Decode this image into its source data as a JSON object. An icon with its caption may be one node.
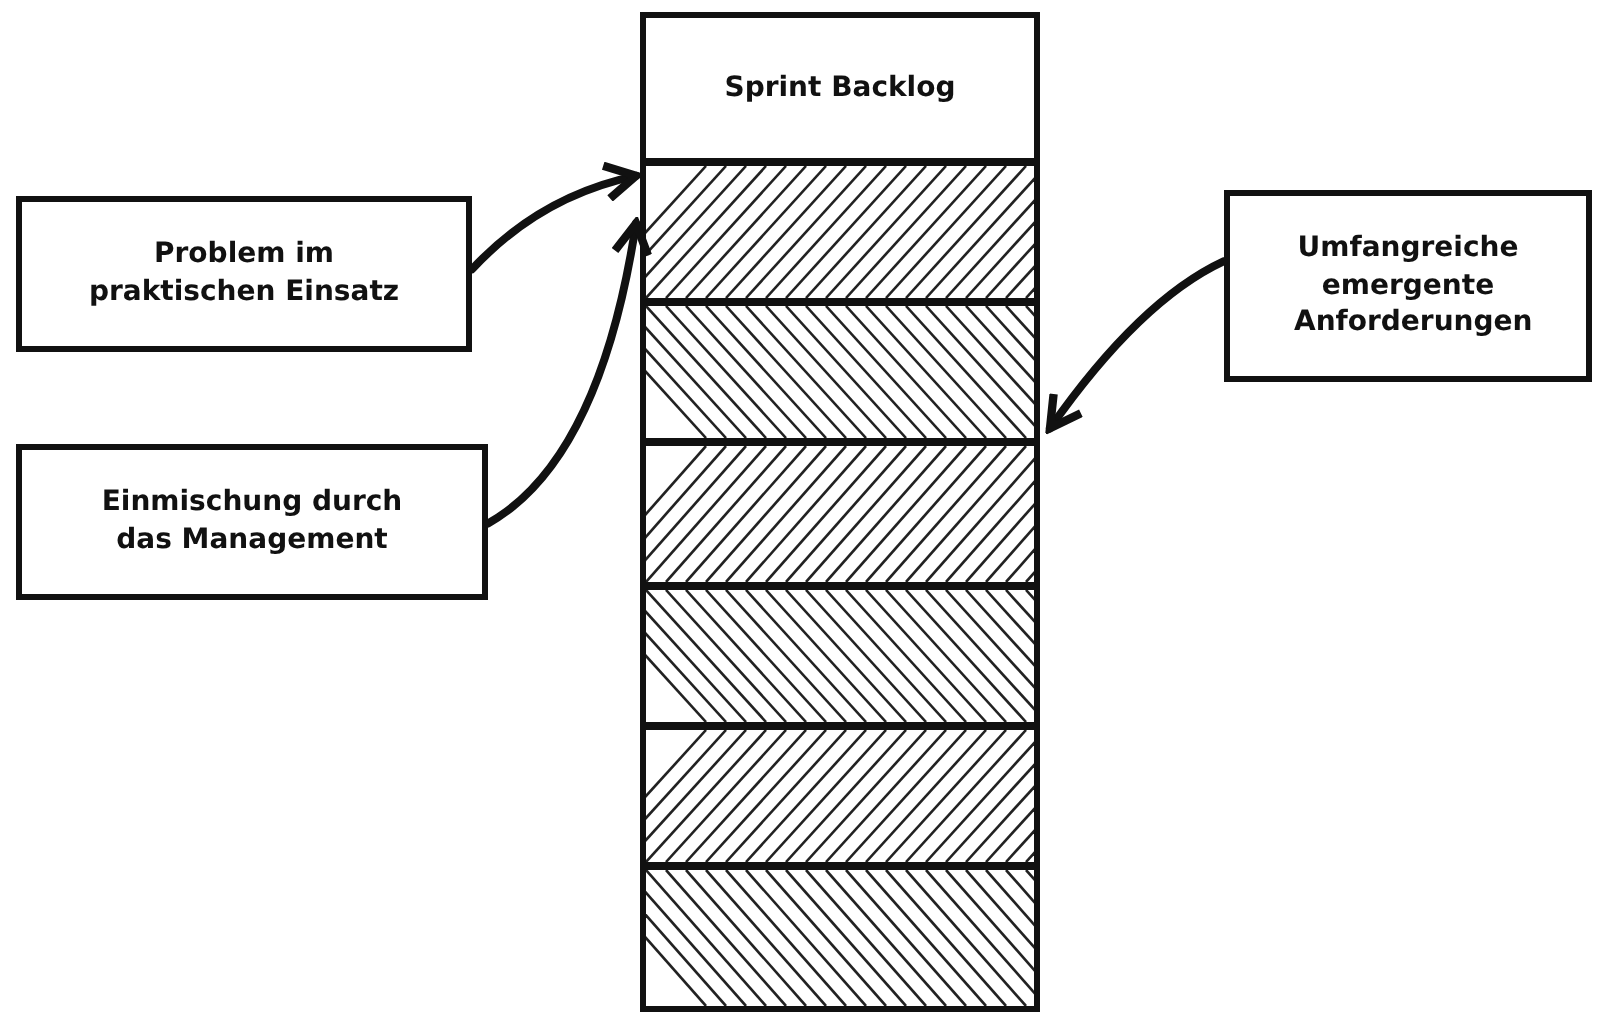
{
  "diagram": {
    "nodes": [
      {
        "text": [
          "Sprint Backlog"
        ]
      },
      {
        "text": [],
        "shape": "box"
      },
      {
        "text": [],
        "shape": "box"
      },
      {
        "text": [],
        "shape": "box"
      },
      {
        "text": [],
        "shape": "box"
      },
      {
        "text": [],
        "shape": "box"
      },
      {
        "text": [],
        "shape": "box"
      },
      {
        "text": [
          "Problem im praktischen Einsatz"
        ]
      },
      {
        "text": [
          "Einmischung durch das Management"
        ]
      },
      {
        "text": [
          "Umfangreiche emergente Anforderungen"
        ]
      }
    ],
    "edges": [
      {
        "from": 7,
        "to": 1,
        "arrow": "to"
      },
      {
        "from": 8,
        "to": 1,
        "arrow": "to"
      },
      {
        "from": 9,
        "to": 2,
        "arrow": "to"
      }
    ]
  }
}
